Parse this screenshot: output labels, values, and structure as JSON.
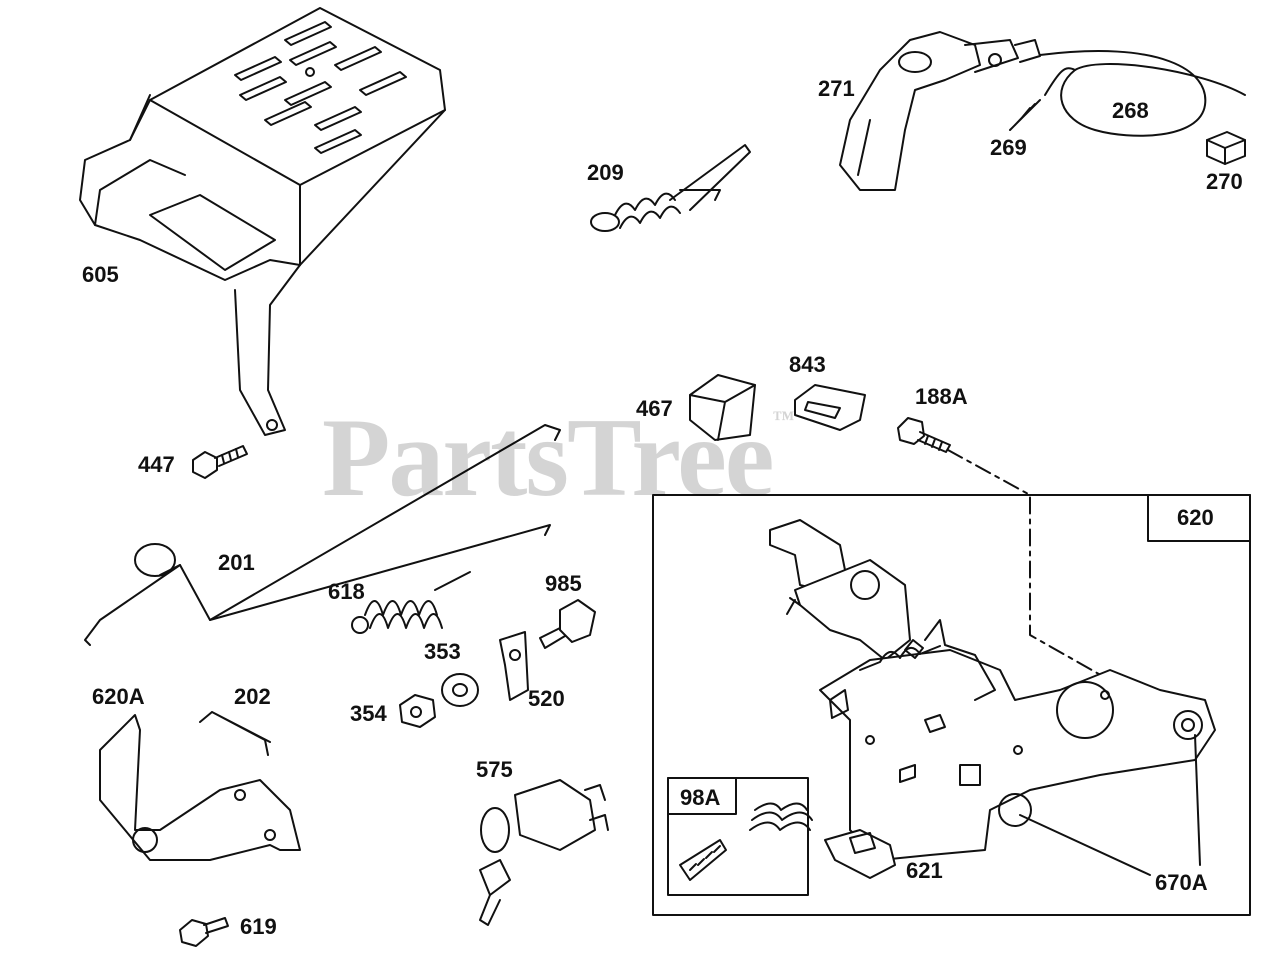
{
  "watermark": {
    "text": "PartsTree",
    "mark": "™"
  },
  "callouts": {
    "p605": "605",
    "p447": "447",
    "p209": "209",
    "p271": "271",
    "p268": "268",
    "p269": "269",
    "p270": "270",
    "p467": "467",
    "p843": "843",
    "p188A": "188A",
    "p620": "620",
    "p201": "201",
    "p618": "618",
    "p985": "985",
    "p353": "353",
    "p520": "520",
    "p354": "354",
    "p620A": "620A",
    "p202": "202",
    "p575": "575",
    "p98A": "98A",
    "p621": "621",
    "p670A": "670A",
    "p619": "619"
  },
  "colors": {
    "line": "#111111",
    "watermark": "#bdbdbd",
    "background": "#ffffff"
  }
}
